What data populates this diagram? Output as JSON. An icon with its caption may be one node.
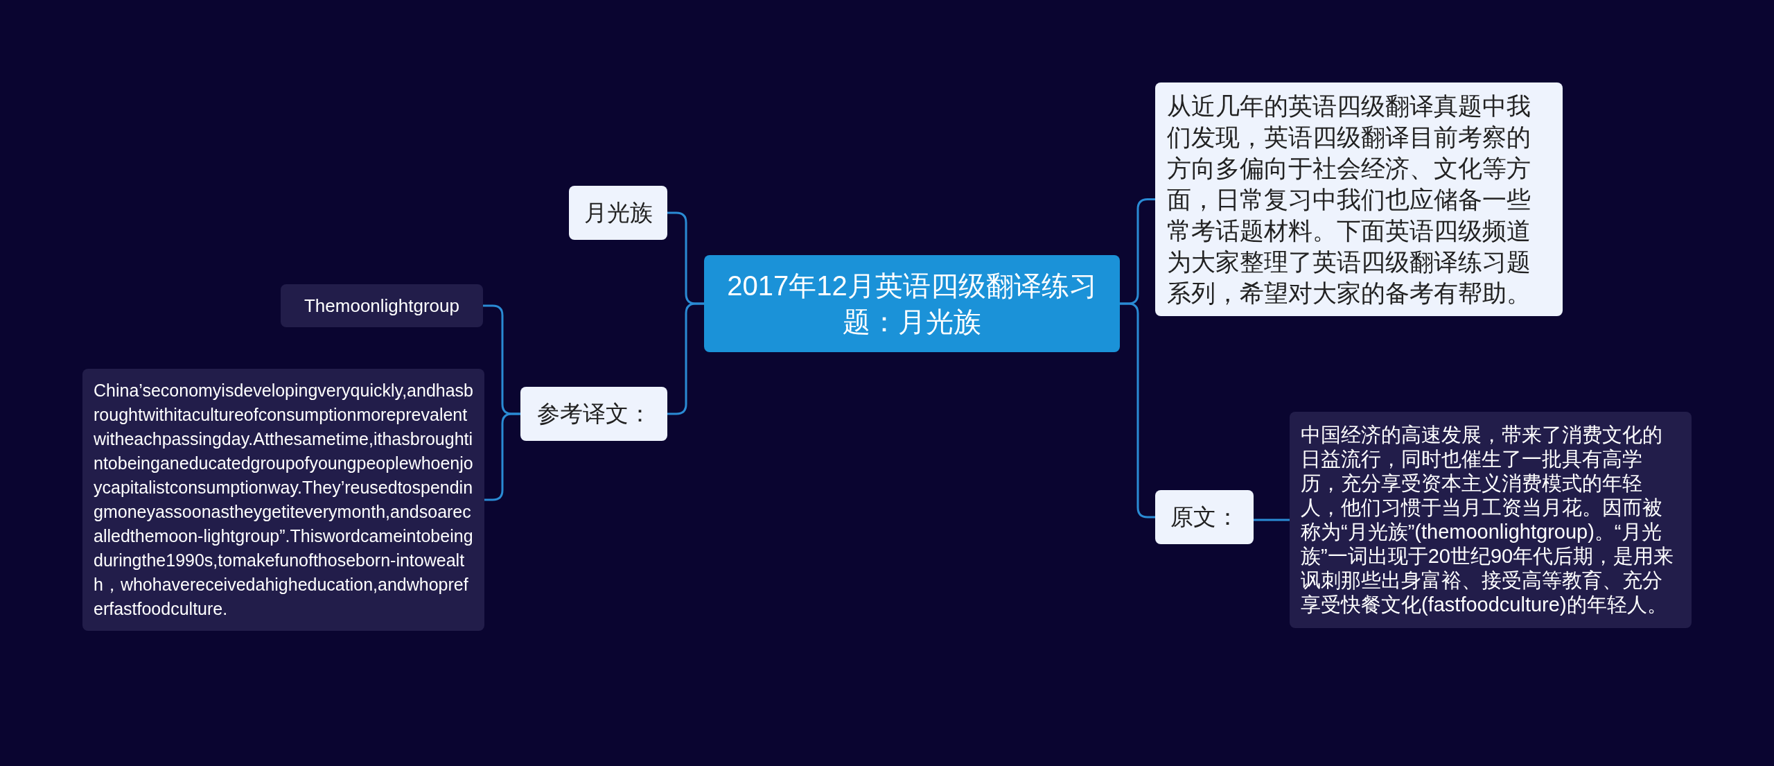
{
  "diagram": {
    "nodes": [
      {
        "text": [
          "2017年12月英语四级翻译练习题：月光族"
        ]
      },
      {
        "text": [
          "月光族"
        ]
      },
      {
        "text": [
          "参考译文："
        ]
      },
      {
        "text": [
          "Themoonlightgroup"
        ]
      },
      {
        "text": [
          "China’seconomyisdevelopingveryquickly,andhasbroughtwithitacultureofconsumptionmoreprevalentwitheachpassingday.Atthesametime,ithasbroughtintobeinganeducatedgroupofyoungpeoplewhoenjoycapitalistconsumptionway.They’reusedtospendingmoneyassoonastheygetiteverymonth,andsoarecalledthemoon-lightgroup”.Thiswordcameintobeingduringthe1990s,tomakefunofthoseborn-intowealth，whohavereceivedahigheducation,andwhopreferfastfoodculture."
        ]
      },
      {
        "text": [
          "从近几年的英语四级翻译真题中我们发现，英语四级翻译目前考察的方向多偏向于社会经济、文化等方面，日常复习中我们也应储备一些常考话题材料。下面英语四级频道为大家整理了英语四级翻译练习题系列，希望对大家的备考有帮助。"
        ]
      },
      {
        "text": [
          "原文："
        ]
      },
      {
        "text": [
          "中国经济的高速发展，带来了消费文化的日益流行，同时也催生了一批具有高学历，充分享受资本主义消费模式的年轻人，他们习惯于当月工资当月花。因而被称为“月光族”(themoonlightgroup)。“月光族”一词出现于20世纪90年代后期，是用来讽刺那些出身富裕、接受高等教育、充分享受快餐文化(fastfoodculture)的年轻人。"
        ]
      }
    ],
    "edges": [
      {
        "from": 0,
        "to": 1,
        "arrow": "none"
      },
      {
        "from": 0,
        "to": 2,
        "arrow": "none"
      },
      {
        "from": 2,
        "to": 3,
        "arrow": "none"
      },
      {
        "from": 2,
        "to": 4,
        "arrow": "none"
      },
      {
        "from": 0,
        "to": 5,
        "arrow": "none"
      },
      {
        "from": 0,
        "to": 6,
        "arrow": "none"
      },
      {
        "from": 6,
        "to": 7,
        "arrow": "none"
      }
    ]
  }
}
